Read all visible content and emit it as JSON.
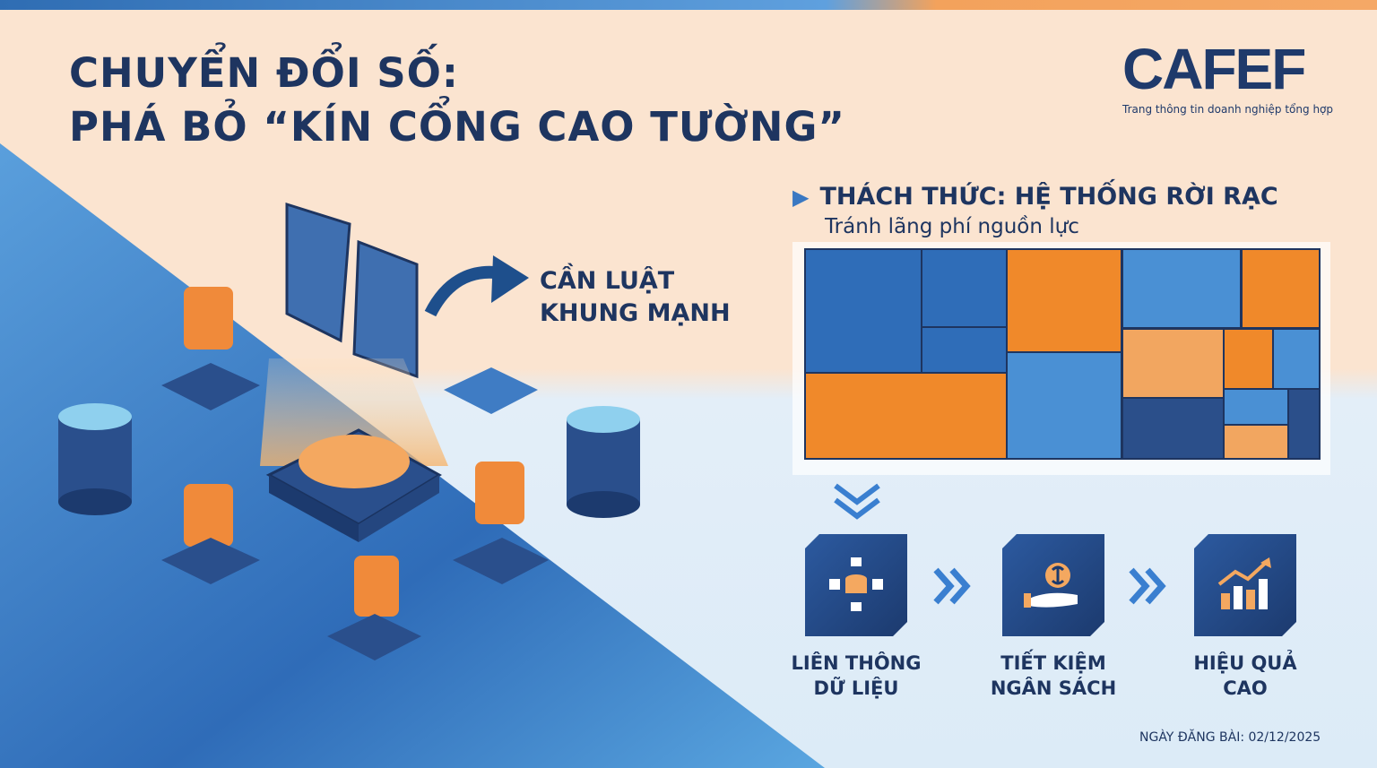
{
  "title": {
    "line1": "CHUYỂN ĐỔI SỐ:",
    "line2": "PHÁ BỎ “KÍN CỔNG CAO TƯỜNG”"
  },
  "logo": {
    "wordmark": "CAFEF",
    "tagline": "Trang thông tin doanh nghiệp tổng hợp"
  },
  "callout": {
    "line1": "CẦN LUẬT",
    "line2": "KHUNG MẠNH"
  },
  "challenge": {
    "heading": "THÁCH THỨC: HỆ THỐNG RỜI RẠC",
    "subheading": "Tránh lãng phí nguồn lực"
  },
  "steps": [
    {
      "line1": "LIÊN THÔNG",
      "line2": "DỮ LIỆU",
      "icon": "data-network-icon"
    },
    {
      "line1": "TIẾT KIỆM",
      "line2": "NGÂN SÁCH",
      "icon": "money-bag-hand-icon"
    },
    {
      "line1": "HIỆU QUẢ",
      "line2": "CAO",
      "icon": "growth-chart-icon"
    }
  ],
  "date": "NGÀY ĐĂNG BÀI: 02/12/2025",
  "colors": {
    "navy": "#1e3560",
    "blue": "#2f6db8",
    "light_blue": "#4a90d4",
    "orange": "#f0892a",
    "light_orange": "#f2a660",
    "dark_blue": "#2b4f8a"
  }
}
